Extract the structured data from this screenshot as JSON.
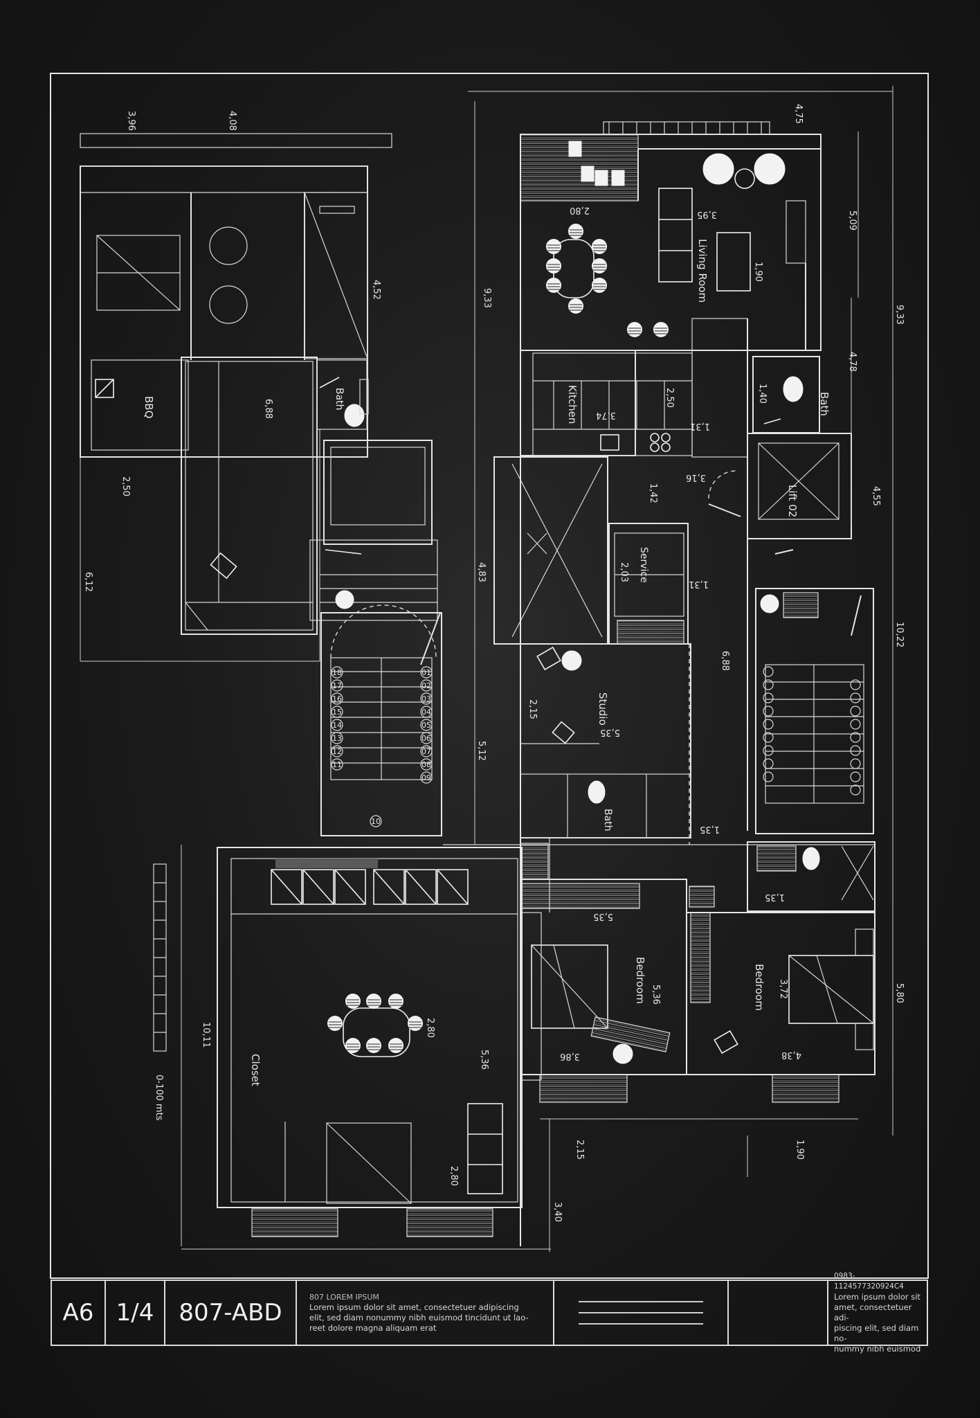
{
  "dimensions": {
    "d396": "3,96",
    "d408": "4,08",
    "d475": "4,75",
    "d509": "5,09",
    "d933a": "9,33",
    "d933b": "9,33",
    "d452": "4,52",
    "d688a": "6,88",
    "d250a": "2,50",
    "d612": "6,12",
    "d280a": "2,80",
    "d395": "3,95",
    "d190a": "1,90",
    "d250b": "2,50",
    "d374": "3,74",
    "d131a": "1,31",
    "d140": "1,40",
    "d478": "4,78",
    "d316": "3,16",
    "d142": "1,42",
    "d455": "4,55",
    "d483": "4,83",
    "d203": "2,03",
    "d131b": "1,31",
    "d1022": "10,22",
    "d688b": "6,88",
    "d215a": "2,15",
    "d535a": "5,35",
    "d512": "5,12",
    "d135a": "1,35",
    "d135b": "1,35",
    "d535b": "5,35",
    "d1011": "10,11",
    "d280b": "2,80",
    "d536a": "5,36",
    "d536b": "5,36",
    "d386": "3,86",
    "d372": "3,72",
    "d438": "4,38",
    "d580": "5,80",
    "d280c": "2,80",
    "d215b": "2,15",
    "d190b": "1,90",
    "d340": "3,40"
  },
  "rooms": {
    "bbq": "BBQ",
    "bath1": "Bath",
    "living": "Living Room",
    "kitchen": "Kitchen",
    "bath2": "Bath",
    "lift": "Lift 02",
    "service": "Service",
    "studio": "Studio",
    "bath3": "Bath",
    "bedroom1": "Bedroom",
    "bedroom2": "Bedroom",
    "closet": "Closet"
  },
  "scale_label": "0-100 mts",
  "stairs_left": [
    "18",
    "17",
    "16",
    "15",
    "14",
    "13",
    "12",
    "11",
    "01",
    "02",
    "03",
    "04",
    "05",
    "06",
    "07",
    "08",
    "09",
    "10"
  ],
  "title_block": {
    "size": "A6",
    "sheet": "1/4",
    "code": "807-ABD",
    "desc_head": "807 LOREM IPSUM",
    "desc_1": "Lorem ipsum dolor sit amet, consectetuer adipiscing",
    "desc_2": "elit, sed diam nonummy nibh euismod tincidunt ut lao-",
    "desc_3": "reet dolore magna aliquam erat",
    "ref_code": "0983-1124577320924C4",
    "ref_1": "Lorem ipsum dolor sit",
    "ref_2": "amet, consectetuer adi-",
    "ref_3": "piscing elit, sed diam no-",
    "ref_4": "nummy nibh euismod"
  },
  "colors": {
    "background": "#1b1b1b",
    "lines": "#e6e6e6"
  }
}
